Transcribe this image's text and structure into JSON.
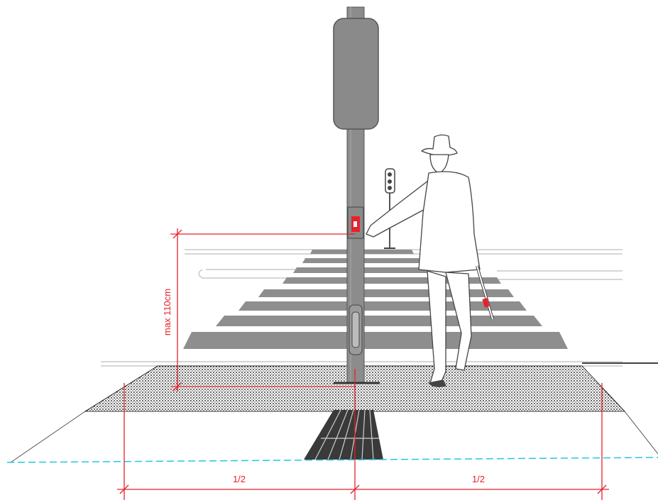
{
  "diagram": {
    "dimensions": {
      "height_label": "max 110cm",
      "left_width_label": "1/2",
      "right_width_label": "1/2"
    },
    "colors": {
      "dimension_line": "#e8202a",
      "pole": "#8c8c8c",
      "signal_head": "#8a8a8a",
      "crosswalk_stripe": "#8e8e8e",
      "tactile_field": "#000000",
      "curb_line": "#27c6e0",
      "push_button": "#e8202a"
    },
    "icons": [
      "signal-head-icon",
      "push-button-icon",
      "pedestrian-figure-icon",
      "white-cane-icon"
    ]
  }
}
